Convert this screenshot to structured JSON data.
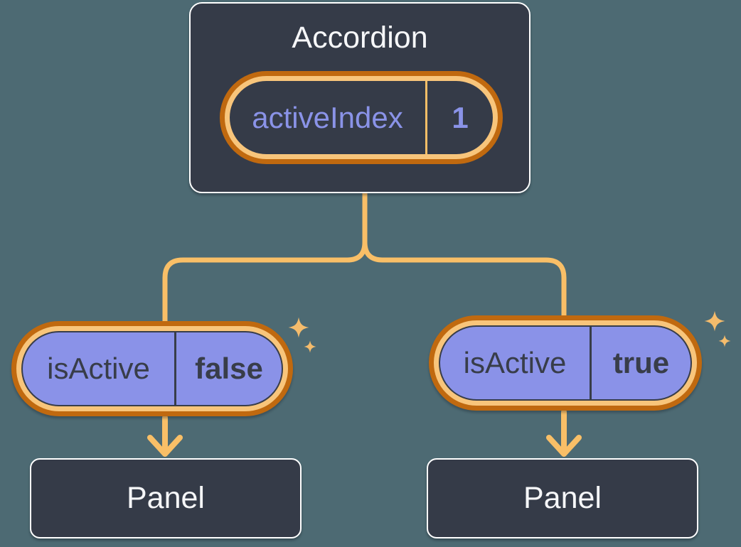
{
  "colors": {
    "background": "#4d6a73",
    "node_background": "#353b48",
    "node_border": "#ffffff",
    "node_text": "#f6f7f9",
    "pill_fill_purple": "#8a92e8",
    "state_text_purple": "#8a93e8",
    "dark_text": "#383d49",
    "ring_outer_orange": "#c0690f",
    "ring_inner_orange": "#f8c57b",
    "connector_orange": "#f9bf67",
    "sparkle_orange": "#f5bc6c"
  },
  "accordion": {
    "title": "Accordion",
    "state": {
      "name": "activeIndex",
      "value": "1"
    }
  },
  "children": [
    {
      "prop": {
        "name": "isActive",
        "value": "false"
      },
      "panel_title": "Panel"
    },
    {
      "prop": {
        "name": "isActive",
        "value": "true"
      },
      "panel_title": "Panel"
    }
  ],
  "icons": {
    "sparkle": "four-point-star"
  }
}
